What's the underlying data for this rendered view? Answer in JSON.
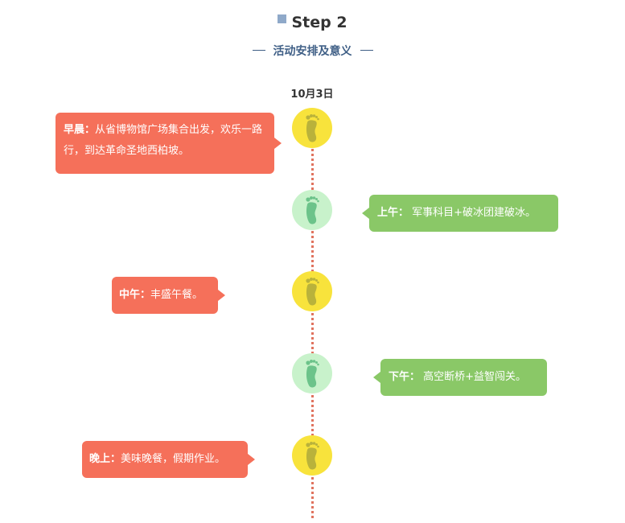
{
  "header": {
    "step_title": "Step 2",
    "subtitle": "活动安排及意义"
  },
  "date": "10月3日",
  "events": [
    {
      "label": "早晨：",
      "text": "从省博物馆广场集合出发，欢乐一路行，到达革命圣地西柏坡。"
    },
    {
      "label": "上午：",
      "text": " 军事科目+破冰团建破冰。"
    },
    {
      "label": "中午：",
      "text": "丰盛午餐。"
    },
    {
      "label": "下午：",
      "text": " 高空断桥+益智闯关。"
    },
    {
      "label": "晚上：",
      "text": "美味晚餐，假期作业。"
    }
  ],
  "icons": {
    "node": "footprint-icon",
    "step": "square-icon"
  },
  "colors": {
    "red_bubble": "#f5705a",
    "green_bubble": "#8ac867",
    "yellow_node": "#f8e33c",
    "green_node": "#c8f2cb",
    "timeline": "#e0735f",
    "subtitle": "#3f5f86"
  }
}
